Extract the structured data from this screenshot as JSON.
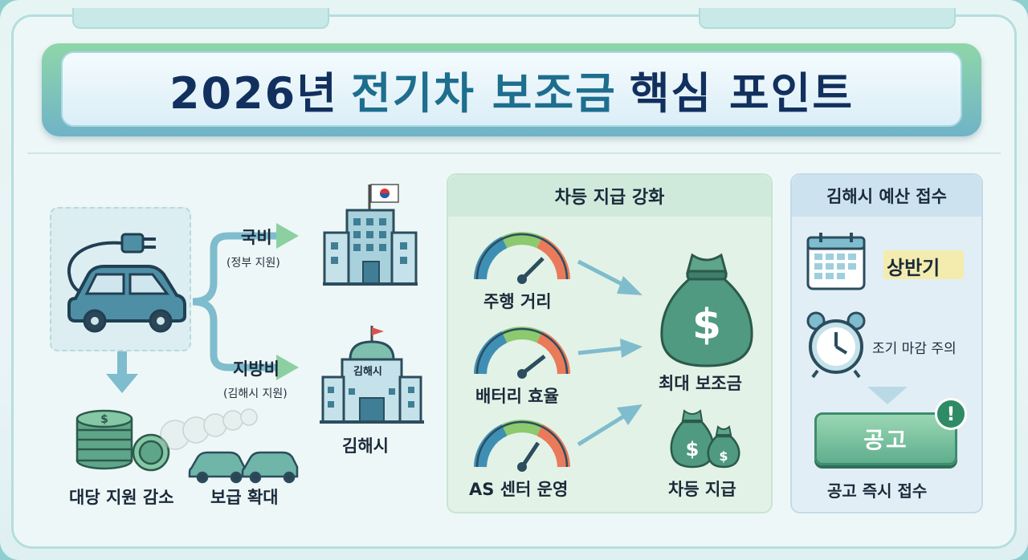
{
  "title": {
    "year": "2026년",
    "accent": "전기차 보조금",
    "rest": "핵심 포인트"
  },
  "left": {
    "national": {
      "label": "국비",
      "sub": "(정부 지원)"
    },
    "local": {
      "label": "지방비",
      "sub": "(김해시 지원)"
    },
    "city_sign": "김해시",
    "city_label": "김해시",
    "reduce_label": "대당 지원 감소",
    "expand_label": "보급 확대"
  },
  "middle": {
    "header": "차등 지급 강화",
    "gauges": [
      "주행 거리",
      "배터리 효율",
      "AS 센터 운영"
    ],
    "max_label": "최대 보조금",
    "diff_label": "차등 지급"
  },
  "right": {
    "header": "김해시 예산 접수",
    "period": "상반기",
    "early_close": "조기 마감 주의",
    "notice_button": "공고",
    "notice_badge": "!",
    "notice_label": "공고 즉시 접수"
  },
  "colors": {
    "navy": "#12305e",
    "teal": "#1e6e8e",
    "green": "#3f8c70",
    "panel_green": "#e3f2e6",
    "panel_blue": "#e2eef5"
  }
}
